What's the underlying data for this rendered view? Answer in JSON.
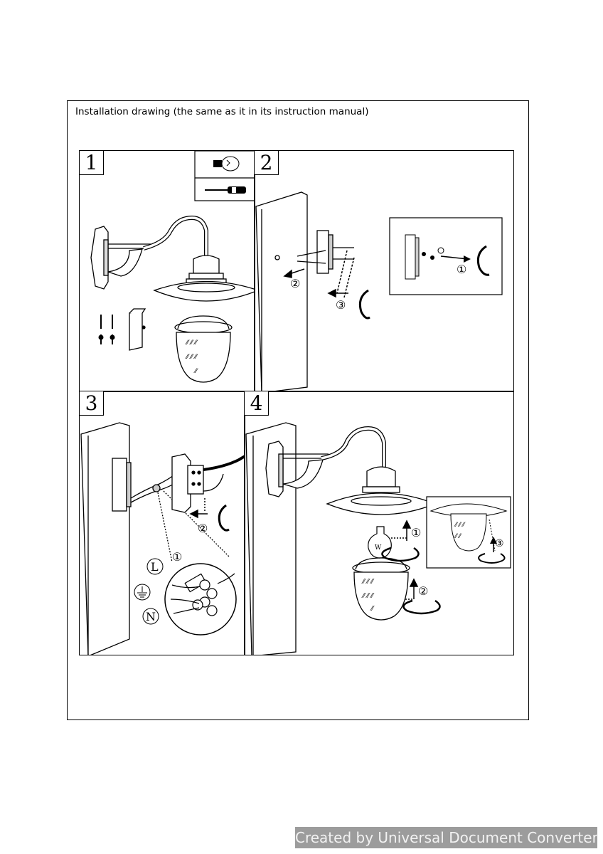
{
  "heading": "Installation drawing (the same as it in its instruction manual)",
  "panels": [
    {
      "number": "1"
    },
    {
      "number": "2"
    },
    {
      "number": "3"
    },
    {
      "number": "4"
    }
  ],
  "callouts": {
    "one": "①",
    "two": "②",
    "three": "③"
  },
  "wiring_labels": {
    "live": "L",
    "neutral": "N",
    "earth": "earth-symbol"
  },
  "bulb_mark": "W",
  "footer_watermark": "Created by Universal Document Converter",
  "icons": [
    "light-bulb-icon",
    "screwdriver-icon",
    "earth-ground-icon"
  ]
}
